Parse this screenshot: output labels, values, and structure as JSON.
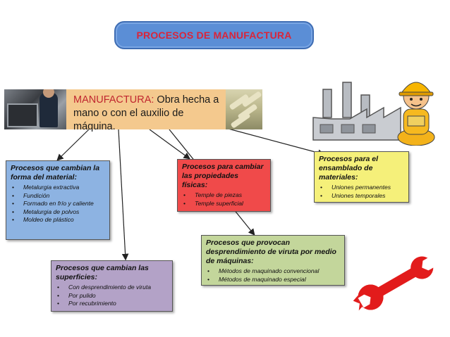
{
  "title": "PROCESOS DE MANUFACTURA",
  "definition": {
    "term": "MANUFACTURA:",
    "text": " Obra hecha a mano o con el auxilio de máquina."
  },
  "boxes": {
    "forma": {
      "heading": "Procesos que cambian la forma del material:",
      "items": [
        "Metalurgia extractiva",
        "Fundición",
        "Formado en frío y caliente",
        "Metalurgia de polvos",
        "Moldeo de plástico"
      ]
    },
    "superficies": {
      "heading": "Procesos que cambian las superficies:",
      "items": [
        "Con desprendimiento de viruta",
        "Por pulido",
        "Por recubrimiento"
      ]
    },
    "fisicas": {
      "heading": "Procesos para cambiar las propiedades físicas:",
      "items": [
        "Temple de piezas",
        "Temple superficial"
      ]
    },
    "viruta": {
      "heading": "Procesos que provocan desprendimiento de viruta por medio de máquinas:",
      "items": [
        "Métodos de maquinado convencional",
        "Métodos de maquinado especial"
      ]
    },
    "ensamblado": {
      "heading": "Procesos para el ensamblado de materiales:",
      "items": [
        "Uniones permanentes",
        "Uniones temporales"
      ]
    }
  },
  "colors": {
    "title_bg": "#5b8ed6",
    "title_text": "#d9253a",
    "definition_bg": "#f4c98e",
    "forma_bg": "#8db3e2",
    "superficies_bg": "#b3a2c7",
    "fisicas_bg": "#f04a4a",
    "viruta_bg": "#c3d69b",
    "ensamblado_bg": "#f5f07a",
    "wrench": "#e21b1b"
  },
  "icons": [
    "factory-icon",
    "worker-icon",
    "wrench-icon"
  ]
}
